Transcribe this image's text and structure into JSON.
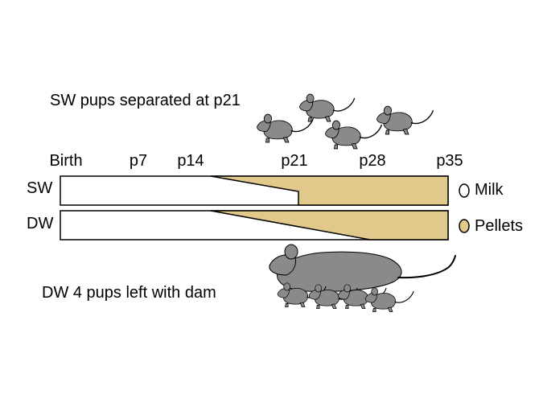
{
  "captions": {
    "sw": "SW pups separated at p21",
    "dw": "DW 4 pups left with dam"
  },
  "timeline": {
    "ticks": [
      "Birth",
      "p7",
      "p14",
      "p21",
      "p28",
      "p35"
    ]
  },
  "rows": [
    {
      "label": "SW"
    },
    {
      "label": "DW"
    }
  ],
  "legend": [
    {
      "label": "Milk",
      "color": "#ffffff"
    },
    {
      "label": "Pellets",
      "color": "#e0c98a"
    }
  ],
  "colors": {
    "pellet_fill": "#e0c98a",
    "mouse_fill": "#8a8a8a"
  },
  "icons": {
    "pup": "mouse-pup-icon",
    "dam": "mouse-dam-icon"
  }
}
